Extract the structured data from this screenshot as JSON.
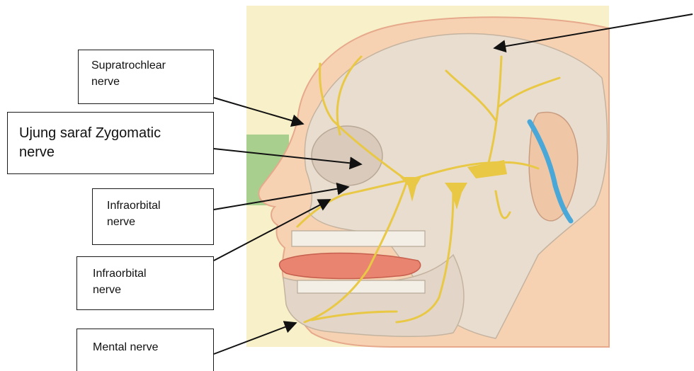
{
  "labels": {
    "supratrochlear": [
      "Supratrochlear",
      "nerve"
    ],
    "zygomatic": [
      "Ujung saraf Zygomatic",
      "nerve"
    ],
    "infraorbital_1": [
      "Infraorbital",
      "nerve"
    ],
    "infraorbital_2": [
      "Infraorbital",
      "nerve"
    ],
    "mental": [
      "Mental nerve"
    ]
  },
  "colors": {
    "background_yellow": "#f8f0c8",
    "background_green": "#a9cf8e",
    "skin": "#f6d2b3",
    "skull": "#e9ddd0",
    "nerve": "#e8c845",
    "tongue": "#e98470",
    "vessel": "#4aa8d8"
  }
}
